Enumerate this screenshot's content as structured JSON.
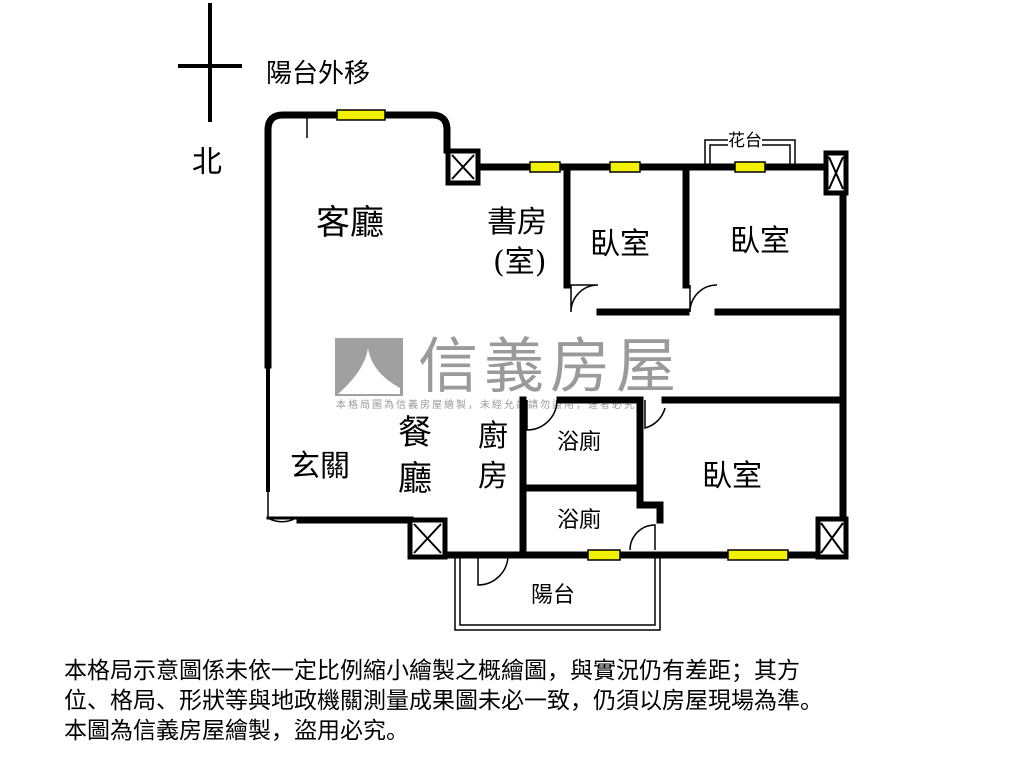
{
  "compass": {
    "label": "北"
  },
  "annotation": "陽台外移",
  "rooms": {
    "living": "客廳",
    "study": "書房",
    "study_sub": "(室)",
    "bedroom1": "臥室",
    "bedroom2": "臥室",
    "bedroom3": "臥室",
    "dining_1": "餐",
    "dining_2": "廳",
    "kitchen_1": "廚",
    "kitchen_2": "房",
    "foyer": "玄關",
    "bath1": "浴廁",
    "bath2": "浴廁",
    "balcony": "陽台",
    "planter": "花台"
  },
  "watermark": {
    "brand": "信義房屋",
    "notice": "本格局圖為信義房屋繪製，未經允許請勿盜用，違者必究"
  },
  "disclaimer": [
    "本格局示意圖係未依一定比例縮小繪製之概繪圖，與實況仍有差距；其方",
    "位、格局、形狀等與地政機關測量成果圖未必一致，仍須以房屋現場為準。",
    "本圖為信義房屋繪製，盜用必究。"
  ],
  "colors": {
    "wall": "#000000",
    "window": "#f2f200",
    "watermark": "#9a9a9a"
  }
}
